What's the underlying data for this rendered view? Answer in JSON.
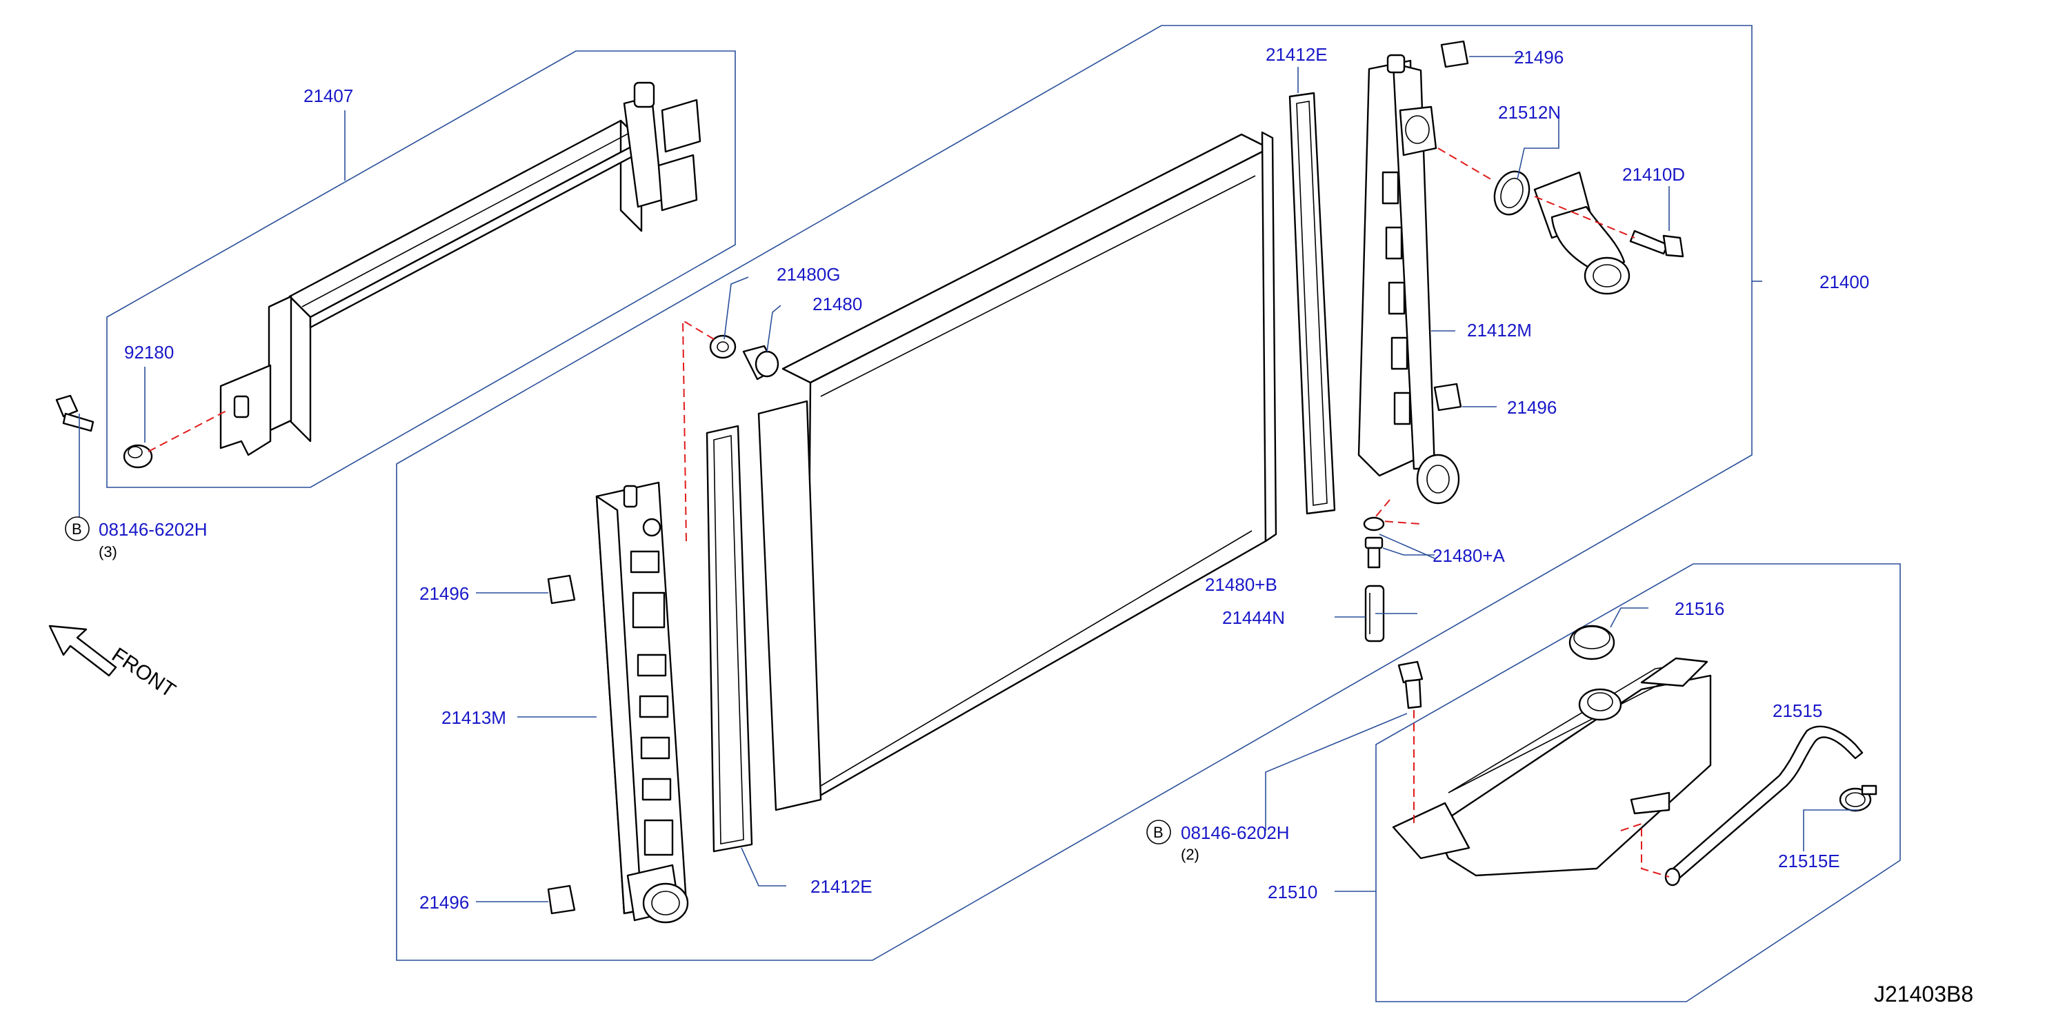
{
  "diagram": {
    "code": "J21403B8",
    "front_label": "FRONT",
    "bolt_marker": "B",
    "parts": {
      "p21407": "21407",
      "p92180": "92180",
      "bolt_a": "08146-6202H",
      "bolt_a_qty": "(3)",
      "p21480G": "21480G",
      "p21480": "21480",
      "p21496_top": "21496",
      "p21412E_top": "21412E",
      "p21512N": "21512N",
      "p21410D": "21410D",
      "p21400": "21400",
      "p21412M": "21412M",
      "p21496_mid": "21496",
      "p21480A": "21480+A",
      "p21480B": "21480+B",
      "p21444N": "21444N",
      "p21496_left_top": "21496",
      "p21413M": "21413M",
      "p21496_left_bottom": "21496",
      "p21412E_bottom": "21412E",
      "bolt_b": "08146-6202H",
      "bolt_b_qty": "(2)",
      "p21516": "21516",
      "p21515": "21515",
      "p21510": "21510",
      "p21515E": "21515E"
    }
  }
}
